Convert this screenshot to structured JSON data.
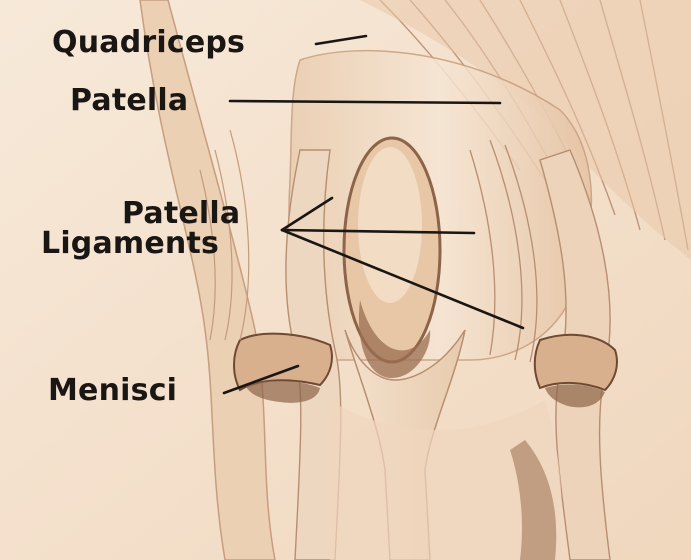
{
  "labels": {
    "quadriceps": "Quadriceps",
    "patella": "Patella",
    "patella_ligaments_line1": "Patella",
    "patella_ligaments_line2": "Ligaments",
    "menisci": "Menisci"
  },
  "colors": {
    "background": "#f4e2cf",
    "skin_shadow": "#e6c3a3",
    "tissue_outline": "#b88e70",
    "dark_shadow": "#6e4a33",
    "leader_line": "#1a1614",
    "label_text": "#1a1614"
  }
}
